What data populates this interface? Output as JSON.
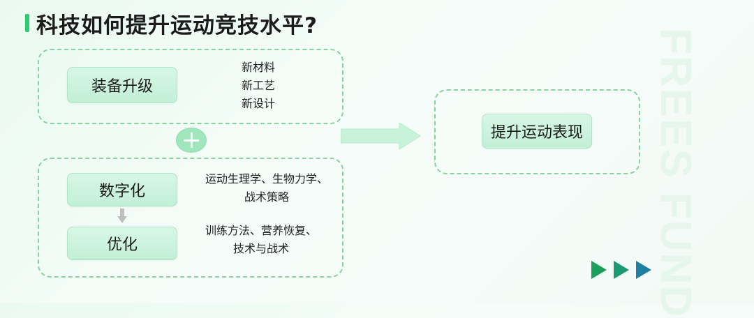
{
  "title": "科技如何提升运动竞技水平?",
  "watermark": "FREES FUND",
  "equipment": {
    "label": "装备升级",
    "items": [
      "新材料",
      "新工艺",
      "新设计"
    ]
  },
  "digital": {
    "label": "数字化",
    "note_lines": [
      "运动生理学、生物力学、",
      "战术策略"
    ]
  },
  "optimize": {
    "label": "优化",
    "note_lines": [
      "训练方法、营养恢复、",
      "技术与战术"
    ]
  },
  "result": {
    "label": "提升运动表现"
  },
  "icons": [
    "plus-icon",
    "arrow-down-icon",
    "arrow-right-icon",
    "play-chevrons-icon"
  ],
  "colors": {
    "accent": "#2ecc71",
    "dashed_border": "#86d3a0",
    "pill_fill": "#c9f2dc",
    "arrow_fill": "#c8f3db",
    "chevron_1": "#1aa05a",
    "chevron_2": "#1b9a73",
    "chevron_3": "#1e7fa0"
  }
}
